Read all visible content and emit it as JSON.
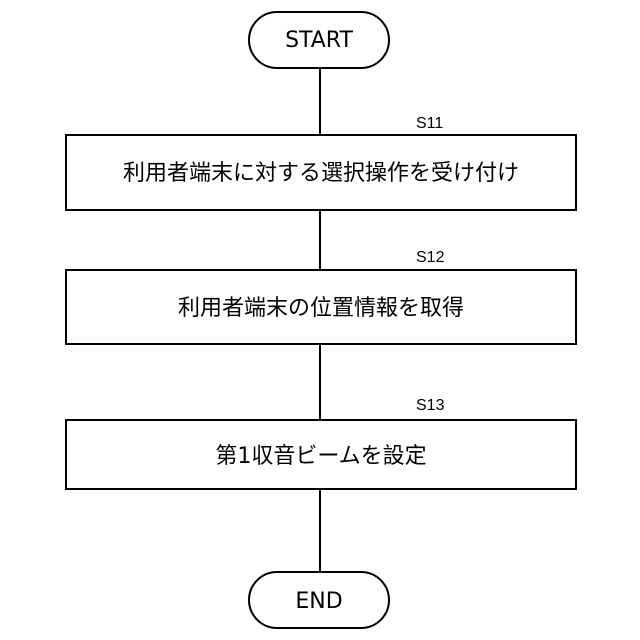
{
  "flowchart": {
    "start": {
      "label": "START"
    },
    "steps": [
      {
        "id": "S11",
        "text": "利用者端末に対する選択操作を受け付け"
      },
      {
        "id": "S12",
        "text": "利用者端末の位置情報を取得"
      },
      {
        "id": "S13",
        "text": "第1収音ビームを設定"
      }
    ],
    "end": {
      "label": "END"
    }
  }
}
